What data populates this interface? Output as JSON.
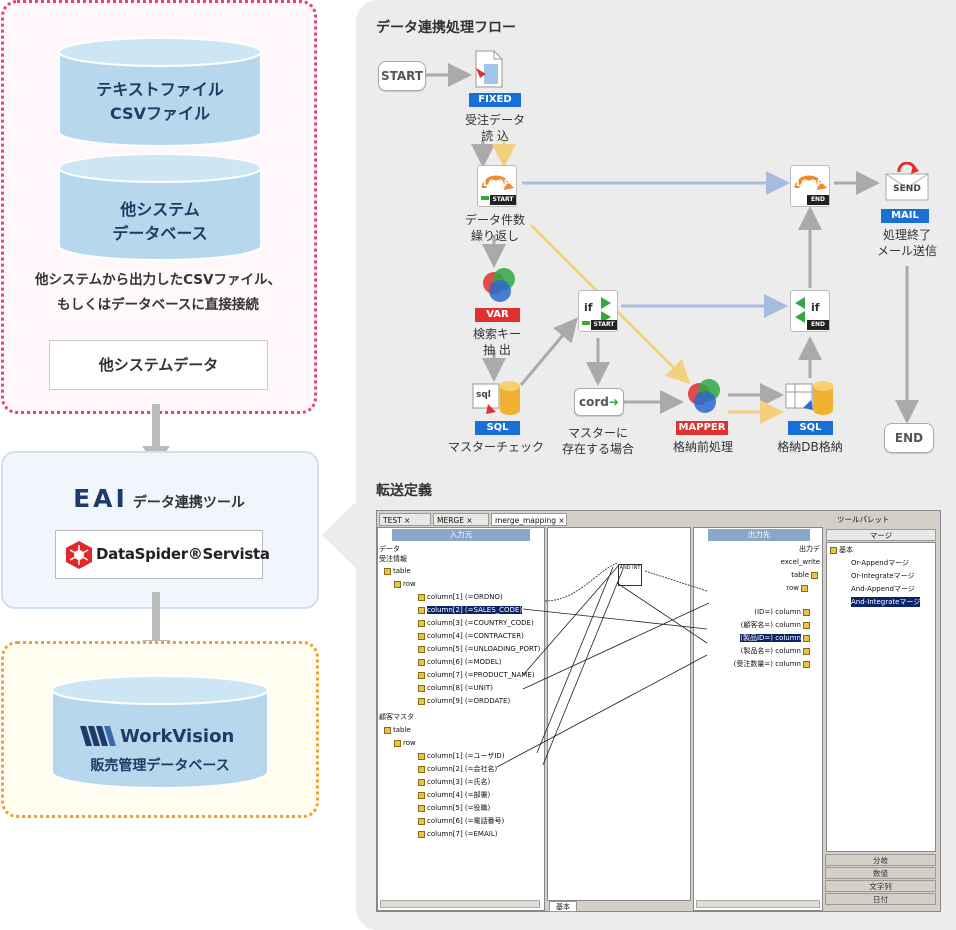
{
  "left": {
    "other_system": {
      "cylinder1_line1": "テキストファイル",
      "cylinder1_line2": "CSVファイル",
      "cylinder2_line1": "他システム",
      "cylinder2_line2": "データベース",
      "description_line1": "他システムから出力したCSVファイル、",
      "description_line2": "もしくはデータベースに直接接続",
      "label": "他システムデータ"
    },
    "eai": {
      "title_big": "EAI",
      "title_small": "データ連携ツール",
      "product_logo": "DataSpider®Servista"
    },
    "workvision": {
      "logo": "WorkVision",
      "label": "販売管理データベース"
    }
  },
  "flow": {
    "title": "データ連携処理フロー",
    "nodes": {
      "start": "START",
      "fixed_badge": "FIXED",
      "fixed_label1": "受注データ",
      "fixed_label2": "読 込",
      "loop_label1": "データ件数",
      "loop_label2": "繰り返し",
      "var_badge": "VAR",
      "var_label1": "検索キー",
      "var_label2": "抽 出",
      "sql1_badge": "SQL",
      "sql1_label": "マスターチェック",
      "cond_label1": "マスターに",
      "cond_label2": "存在する場合",
      "mapper_badge": "MAPPER",
      "mapper_label": "格納前処理",
      "sql2_badge": "SQL",
      "sql2_label": "格納DB格納",
      "mail_badge": "MAIL",
      "mail_label1": "処理終了",
      "mail_label2": "メール送信",
      "end": "END",
      "loop_text": "LOOP",
      "start_tag": "START",
      "end_tag": "END",
      "if_text": "if",
      "sql_text": "sql",
      "cord_text": "cord",
      "send_text": "SEND"
    }
  },
  "mapping": {
    "title": "転送定義",
    "tabs": [
      "TEST",
      "MERGE",
      "merge_mapping"
    ],
    "input_header": "入力元",
    "output_header": "出力先",
    "palette_title": "ツールパレット",
    "palette_tab": "マージ",
    "palette_root": "基本",
    "palette_items": [
      "Or-Appendマージ",
      "Or-Integrateマージ",
      "And-Appendマージ",
      "And-Integrateマージ"
    ],
    "palette_buttons": [
      "分岐",
      "数値",
      "文字列",
      "日付"
    ],
    "bottom_tab": "基本",
    "input_rows1": [
      "データ",
      "受注情報",
      "table",
      "row",
      "column[1] (=ORDNO)",
      "column[2] (=SALES_CODE)",
      "column[3] (=COUNTRY_CODE)",
      "column[4] (=CONTRACTER)",
      "column[5] (=UNLOADING_PORT)",
      "column[6] (=MODEL)",
      "column[7] (=PRODUCT_NAME)",
      "column[8] (=UNIT)",
      "column[9] (=ORDDATE)"
    ],
    "input_rows2": [
      "顧客マスタ",
      "table",
      "row",
      "column[1] (=ユーザID)",
      "column[2] (=会社名)",
      "column[3] (=氏名)",
      "column[4] (=部署)",
      "column[5] (=役職)",
      "column[6] (=電話番号)",
      "column[7] (=EMAIL)"
    ],
    "output_rows": [
      "出力デ",
      "excel_write",
      "table",
      "row",
      "(ID=) column",
      "(顧客名=) column",
      "(製品ID=) column",
      "(製品名=) column",
      "(受注数量=) column"
    ],
    "merge_node": "AND INT"
  }
}
